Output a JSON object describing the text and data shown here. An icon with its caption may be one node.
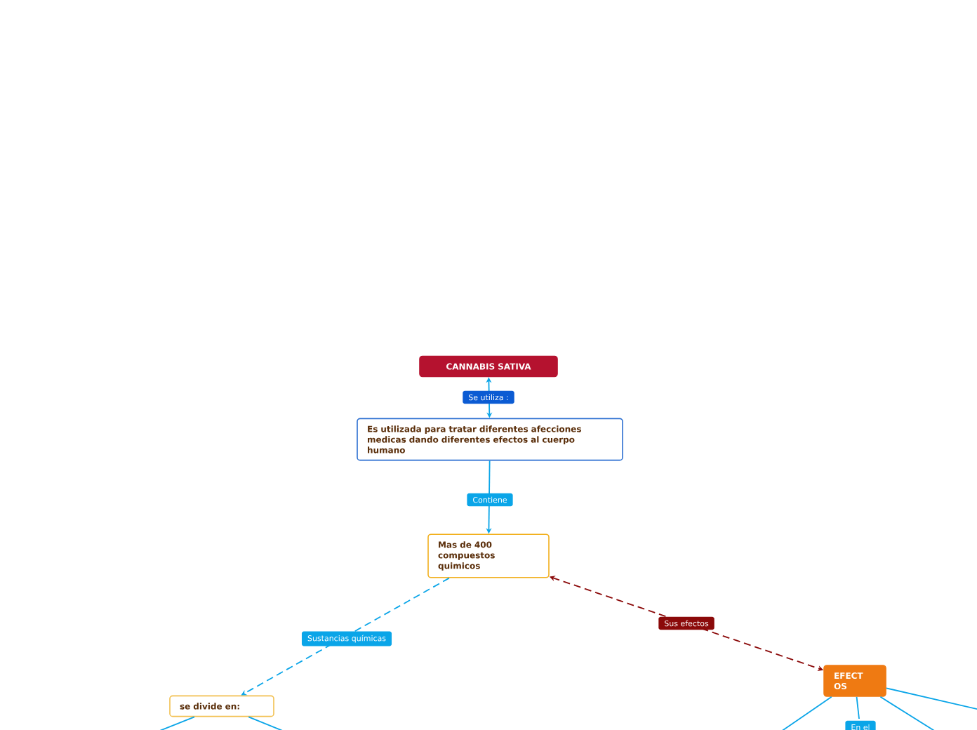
{
  "diagram": {
    "nodes": [
      {
        "text": [
          "CANNABIS SATIVA"
        ]
      },
      {
        "text": [
          "Es utilizada para tratar diferentes afecciones medicas dando diferentes efectos al cuerpo humano"
        ]
      },
      {
        "text": [
          "Mas de 400 compuestos quimicos"
        ]
      },
      {
        "text": [
          "se divide en:"
        ]
      },
      {
        "text": [
          "EFECT OS"
        ]
      }
    ],
    "edges": [
      {
        "from": 0,
        "to": 1,
        "arrow": "both",
        "label": "Se utiliza :"
      },
      {
        "from": 1,
        "to": 2,
        "arrow": "to",
        "label": "Contiene"
      },
      {
        "from": 2,
        "to": 3,
        "arrow": "to",
        "label": "Sustancias químicas",
        "style": "dashed"
      },
      {
        "from": 2,
        "to": 4,
        "arrow": "both",
        "label": "Sus efectos",
        "style": "dashed",
        "color": "#8b0a0a"
      },
      {
        "from": 3,
        "to": null,
        "arrow": "none"
      },
      {
        "from": 3,
        "to": null,
        "arrow": "none"
      },
      {
        "from": 4,
        "to": null,
        "arrow": "none"
      },
      {
        "from": 4,
        "to": null,
        "arrow": "none",
        "label": "En el"
      },
      {
        "from": 4,
        "to": null,
        "arrow": "none"
      },
      {
        "from": 4,
        "to": null,
        "arrow": "none"
      }
    ]
  }
}
